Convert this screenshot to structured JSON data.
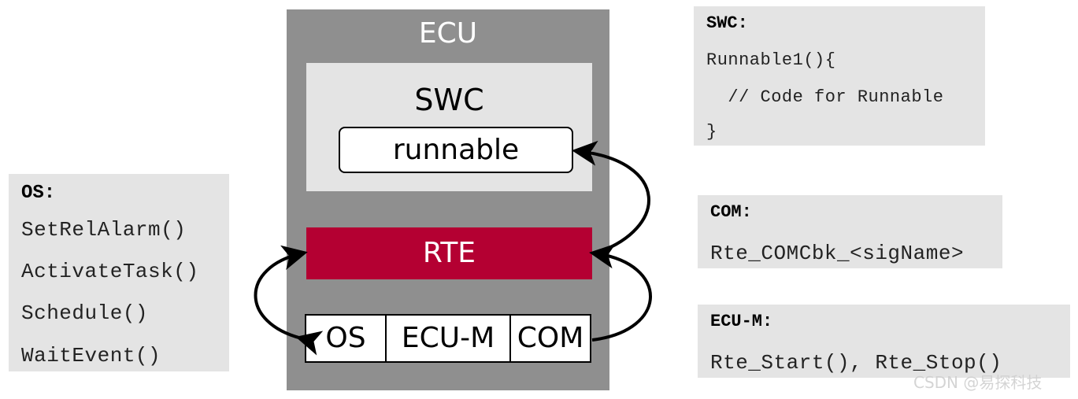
{
  "diagram": {
    "ecu": {
      "title": "ECU",
      "color": "#8f8f8f"
    },
    "swc": {
      "title": "SWC",
      "runnable_label": "runnable"
    },
    "rte": {
      "label": "RTE",
      "color": "#b40032"
    },
    "bsw_modules": [
      "OS",
      "ECU-M",
      "COM"
    ],
    "connections": [
      {
        "from": "RTE",
        "to": "runnable",
        "type": "arrow"
      },
      {
        "from": "OS",
        "to": "RTE",
        "type": "bidirectional"
      },
      {
        "from": "COM",
        "to": "RTE",
        "type": "arrow"
      }
    ]
  },
  "panels": {
    "os": {
      "header": "OS:",
      "lines": [
        "SetRelAlarm()",
        "ActivateTask()",
        "Schedule()",
        "WaitEvent()"
      ]
    },
    "swc": {
      "header": "SWC:",
      "lines": [
        "Runnable1(){",
        "  // Code for Runnable",
        "}"
      ]
    },
    "com": {
      "header": "COM:",
      "lines": [
        "Rte_COMCbk_<sigName>"
      ]
    },
    "ecum": {
      "header": "ECU-M:",
      "lines": [
        "Rte_Start(), Rte_Stop()"
      ]
    }
  },
  "watermark": "CSDN @易探科技"
}
